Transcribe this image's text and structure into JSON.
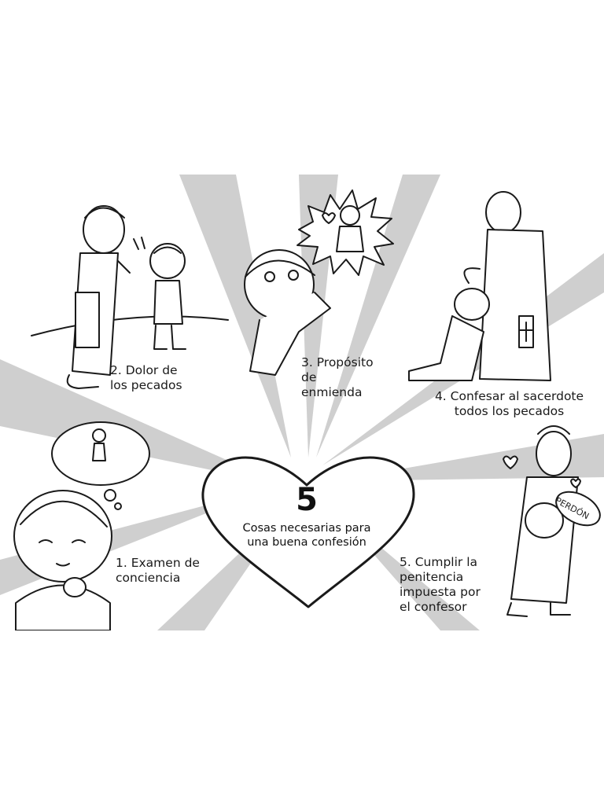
{
  "center": {
    "number": "5",
    "subtitle": "Cosas necesarias para\nuna buena confesión"
  },
  "steps": [
    {
      "label": "1. Examen de\n    conciencia"
    },
    {
      "label": "2. Dolor de\n    los pecados"
    },
    {
      "label": "3. Propósito\n    de\n    enmienda"
    },
    {
      "label": "4. Confesar al sacerdote\ntodos los pecados"
    },
    {
      "label": "5. Cumplir la\n    penitencia\n    impuesta por\n    el confesor"
    }
  ],
  "speech_bubble": {
    "text": "PERDÓN"
  },
  "colors": {
    "ray": "#cfcfcf",
    "line": "#1a1a1a",
    "background": "#ffffff"
  }
}
